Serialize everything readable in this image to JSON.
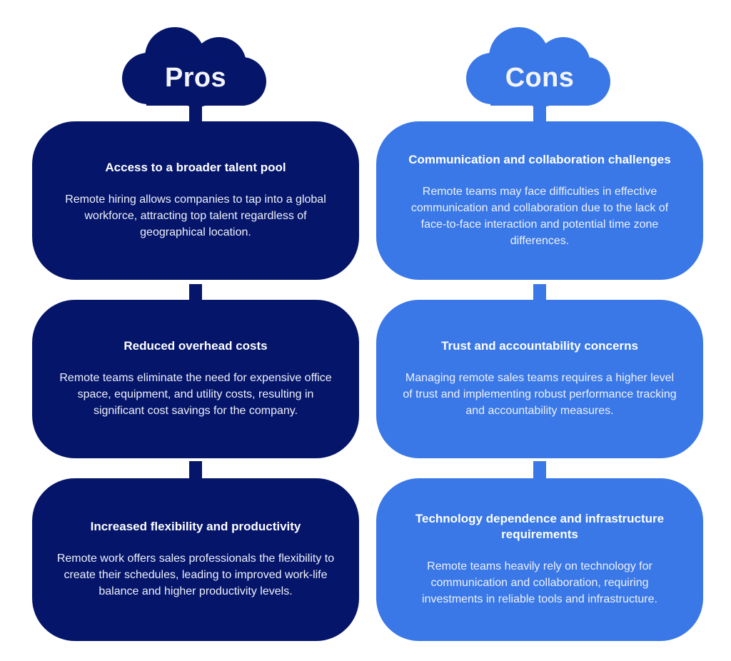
{
  "theme": {
    "background": "#ffffff",
    "pros_color": "#05156a",
    "cons_color": "#3a78e7",
    "title_text_color": "#ffffff",
    "body_text_color": "#eef1f8"
  },
  "columns": [
    {
      "id": "pros",
      "header_label": "Pros",
      "header_icon": "cloud-icon",
      "cards": [
        {
          "title": "Access to a broader talent pool",
          "body": "Remote hiring allows companies to tap into a global workforce, attracting top talent regardless of geographical location."
        },
        {
          "title": "Reduced overhead costs",
          "body": "Remote teams eliminate the need for expensive office space, equipment, and utility costs, resulting in significant cost savings for the company."
        },
        {
          "title": "Increased flexibility and productivity",
          "body": "Remote work offers sales professionals the flexibility to create their schedules, leading to improved work-life balance and higher productivity levels."
        }
      ]
    },
    {
      "id": "cons",
      "header_label": "Cons",
      "header_icon": "cloud-icon",
      "cards": [
        {
          "title": "Communication and collaboration challenges",
          "body": "Remote teams may face difficulties in effective communication and collaboration due to the lack of face-to-face interaction and potential time zone differences."
        },
        {
          "title": "Trust and accountability concerns",
          "body": "Managing remote sales teams requires a higher level of trust and implementing robust performance tracking and accountability measures."
        },
        {
          "title": "Technology dependence and infrastructure requirements",
          "body": "Remote teams heavily rely on technology for communication and collaboration, requiring investments in reliable tools and infrastructure."
        }
      ]
    }
  ]
}
